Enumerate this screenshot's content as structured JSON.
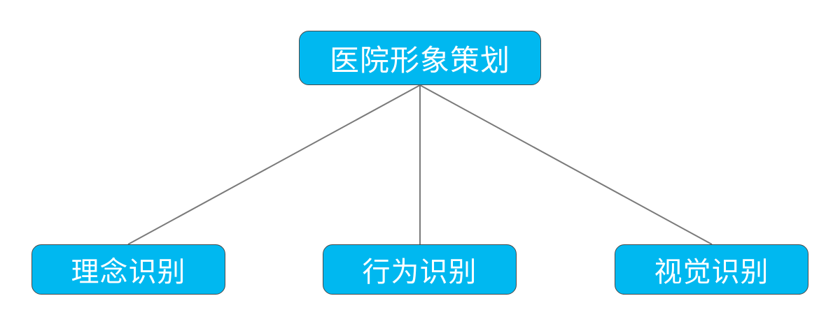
{
  "diagram": {
    "root": {
      "label": "医院形象策划"
    },
    "children": [
      {
        "label": "理念识别"
      },
      {
        "label": "行为识别"
      },
      {
        "label": "视觉识别"
      }
    ]
  },
  "colors": {
    "node_fill": "#00b8f0",
    "node_border": "#4a4a4a",
    "node_text": "#ffffff",
    "connector": "#7a7a7a",
    "background": "#ffffff"
  }
}
